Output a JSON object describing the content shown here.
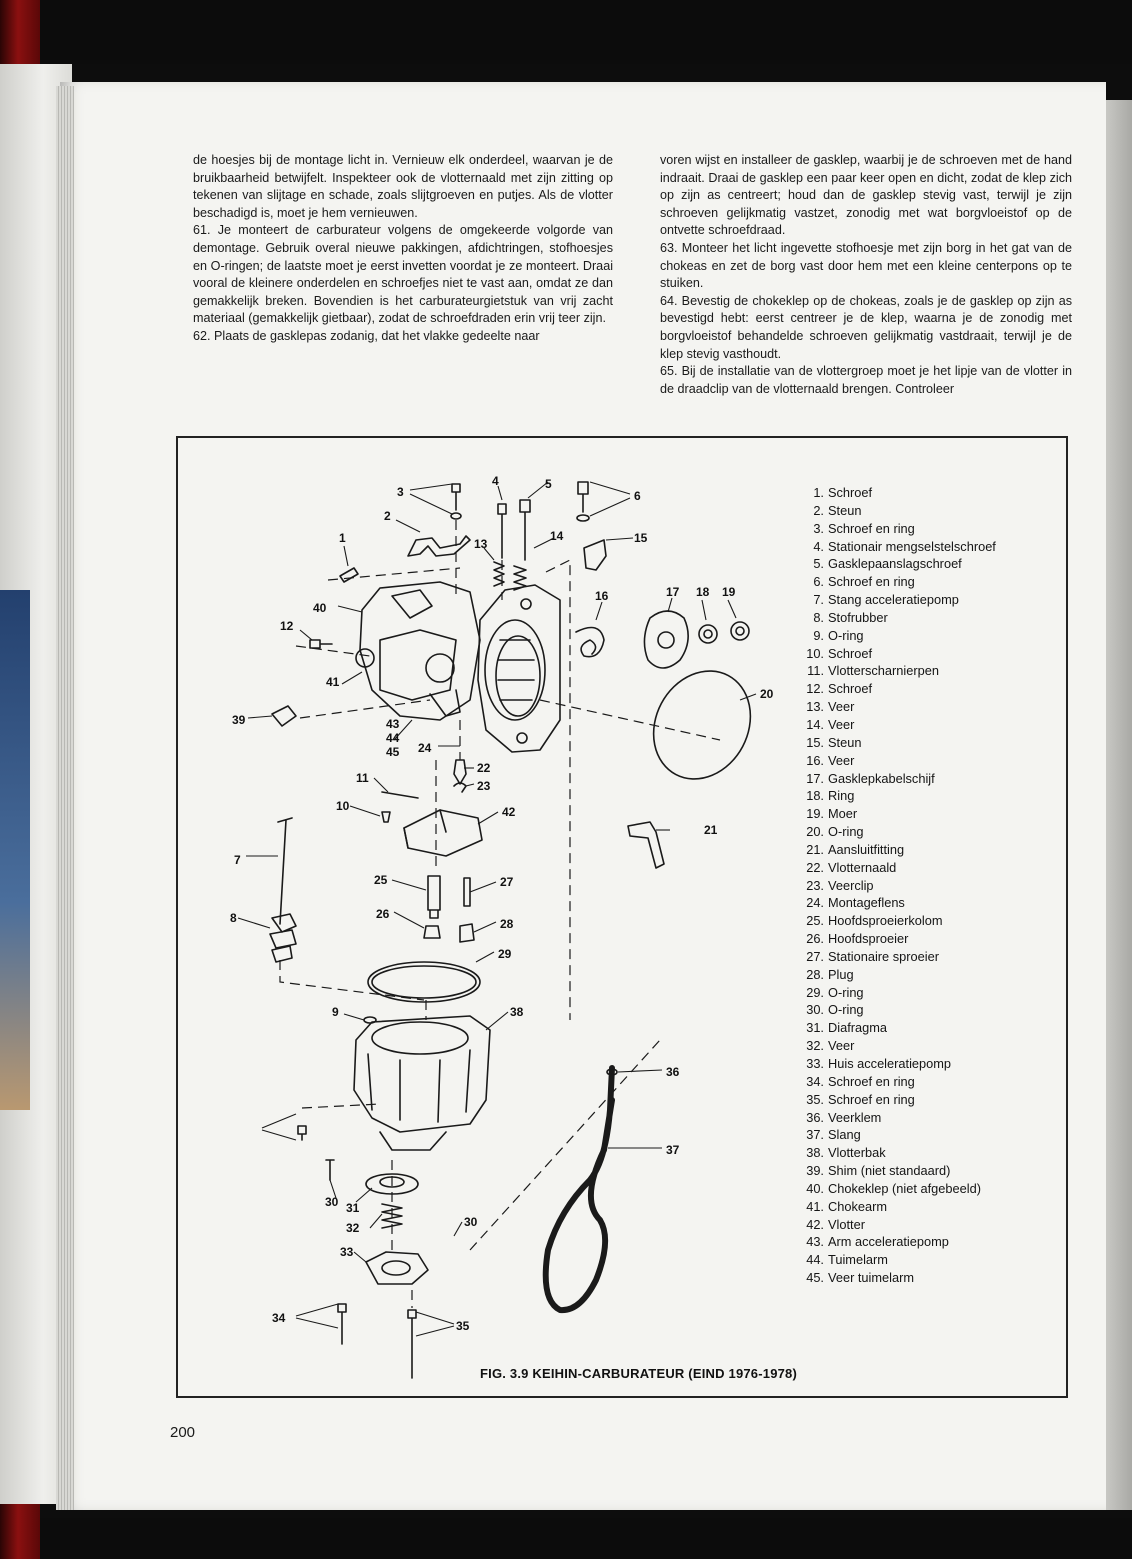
{
  "page": {
    "number": "200"
  },
  "body_text": {
    "left_column": [
      "de hoesjes bij de montage licht in. Vernieuw elk onderdeel, waarvan je de bruikbaarheid betwijfelt. Inspekteer ook de vlotternaald met zijn zitting op tekenen van slijtage en schade, zoals slijtgroeven en putjes. Als de vlotter beschadigd is, moet je hem vernieuwen.",
      "61. Je monteert de carburateur volgens de omgekeerde volgorde van demontage. Gebruik overal nieuwe pakkingen, afdichtringen, stofhoesjes en O-ringen; de laatste moet je eerst invetten voordat je ze monteert. Draai vooral de kleinere onderdelen en schroefjes niet te vast aan, omdat ze dan gemakkelijk breken. Bovendien is het carburateurgietstuk van vrij zacht materiaal (gemakkelijk gietbaar), zodat de schroefdraden erin vrij teer zijn.",
      "62. Plaats de gasklepas zodanig, dat het vlakke gedeelte naar"
    ],
    "right_column": [
      "voren wijst en installeer de gasklep, waarbij je de schroeven met de hand indraait. Draai de gasklep een paar keer open en dicht, zodat de klep zich op zijn as centreert; houd dan de gasklep stevig vast, terwijl je zijn schroeven gelijkmatig vastzet, zonodig met wat borgvloeistof op de ontvette schroefdraad.",
      "63. Monteer het licht ingevette stofhoesje met zijn borg in het gat van de chokeas en zet de borg vast door hem met een kleine centerpons op te stuiken.",
      "64. Bevestig de chokeklep op de chokeas, zoals je de gasklep op zijn as bevestigd hebt: eerst centreer je de klep, waarna je de zonodig met borgvloeistof behandelde schroeven gelijkmatig vastdraait, terwijl je de klep stevig vasthoudt.",
      "65. Bij de installatie van de vlottergroep moet je het lipje van de vlotter in de draadclip van de vlotternaald brengen. Controleer"
    ]
  },
  "figure": {
    "caption": "FIG. 3.9 KEIHIN-CARBURATEUR (EIND 1976-1978)",
    "callouts": [
      "1",
      "2",
      "3",
      "4",
      "5",
      "6",
      "7",
      "8",
      "9",
      "10",
      "11",
      "12",
      "13",
      "14",
      "15",
      "16",
      "17",
      "18",
      "19",
      "20",
      "21",
      "22",
      "23",
      "24",
      "25",
      "26",
      "27",
      "28",
      "29",
      "30",
      "31",
      "32",
      "33",
      "34",
      "35",
      "36",
      "37",
      "38",
      "39",
      "40",
      "41",
      "42",
      "43",
      "44",
      "45",
      "30"
    ],
    "legend": [
      {
        "num": "1.",
        "label": "Schroef"
      },
      {
        "num": "2.",
        "label": "Steun"
      },
      {
        "num": "3.",
        "label": "Schroef en ring"
      },
      {
        "num": "4.",
        "label": "Stationair mengselstelschroef"
      },
      {
        "num": "5.",
        "label": "Gasklepaanslagschroef"
      },
      {
        "num": "6.",
        "label": "Schroef en ring"
      },
      {
        "num": "7.",
        "label": "Stang acceleratiepomp"
      },
      {
        "num": "8.",
        "label": "Stofrubber"
      },
      {
        "num": "9.",
        "label": "O-ring"
      },
      {
        "num": "10.",
        "label": "Schroef"
      },
      {
        "num": "11.",
        "label": "Vlotterscharnierpen"
      },
      {
        "num": "12.",
        "label": "Schroef"
      },
      {
        "num": "13.",
        "label": "Veer"
      },
      {
        "num": "14.",
        "label": "Veer"
      },
      {
        "num": "15.",
        "label": "Steun"
      },
      {
        "num": "16.",
        "label": "Veer"
      },
      {
        "num": "17.",
        "label": "Gasklepkabelschijf"
      },
      {
        "num": "18.",
        "label": "Ring"
      },
      {
        "num": "19.",
        "label": "Moer"
      },
      {
        "num": "20.",
        "label": "O-ring"
      },
      {
        "num": "21.",
        "label": "Aansluitfitting"
      },
      {
        "num": "22.",
        "label": "Vlotternaald"
      },
      {
        "num": "23.",
        "label": "Veerclip"
      },
      {
        "num": "24.",
        "label": "Montageflens"
      },
      {
        "num": "25.",
        "label": "Hoofdsproeierkolom"
      },
      {
        "num": "26.",
        "label": "Hoofdsproeier"
      },
      {
        "num": "27.",
        "label": "Stationaire sproeier"
      },
      {
        "num": "28.",
        "label": "Plug"
      },
      {
        "num": "29.",
        "label": "O-ring"
      },
      {
        "num": "30.",
        "label": "O-ring"
      },
      {
        "num": "31.",
        "label": "Diafragma"
      },
      {
        "num": "32.",
        "label": "Veer"
      },
      {
        "num": "33.",
        "label": "Huis acceleratiepomp"
      },
      {
        "num": "34.",
        "label": "Schroef en ring"
      },
      {
        "num": "35.",
        "label": "Schroef en ring"
      },
      {
        "num": "36.",
        "label": "Veerklem"
      },
      {
        "num": "37.",
        "label": "Slang"
      },
      {
        "num": "38.",
        "label": "Vlotterbak"
      },
      {
        "num": "39.",
        "label": "Shim (niet standaard)"
      },
      {
        "num": "40.",
        "label": "Chokeklep (niet afgebeeld)"
      },
      {
        "num": "41.",
        "label": "Chokearm"
      },
      {
        "num": "42.",
        "label": "Vlotter"
      },
      {
        "num": "43.",
        "label": "Arm acceleratiepomp"
      },
      {
        "num": "44.",
        "label": "Tuimelarm"
      },
      {
        "num": "45.",
        "label": "Veer tuimelarm"
      }
    ]
  },
  "colors": {
    "paper": "#f4f4f1",
    "ink": "#1a1a1a",
    "binding_red": "#8b1010"
  }
}
